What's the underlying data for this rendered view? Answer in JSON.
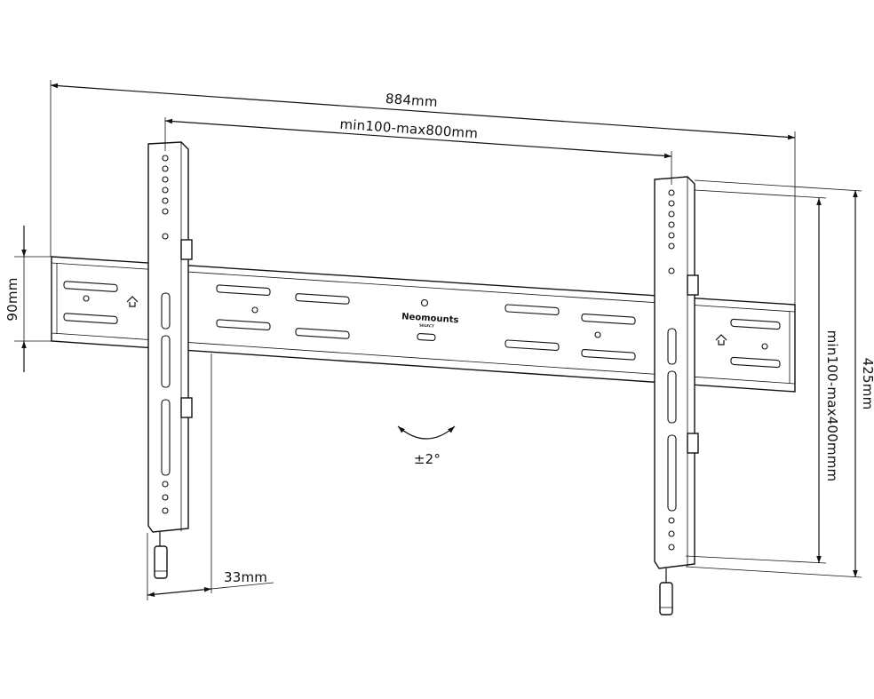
{
  "brand": {
    "logo_text": "Neomounts",
    "logo_sub": "SELECT"
  },
  "dimensions": {
    "overall_width": "884mm",
    "vesa_width": "min100-max800mm",
    "rail_height": "90mm",
    "overall_height": "425mm",
    "vesa_height": "min100-max400mmm",
    "wall_depth": "33mm",
    "tilt": "±2°"
  },
  "colors": {
    "line": "#111111",
    "background": "#ffffff"
  }
}
